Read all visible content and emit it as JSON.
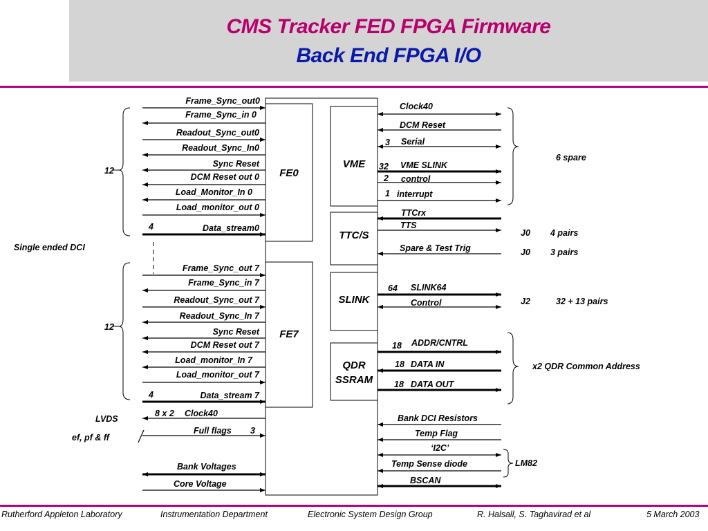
{
  "title": {
    "line1": "CMS Tracker FED FPGA Firmware",
    "line2": "Back End FPGA I/O"
  },
  "fe0_signals": [
    "Frame_Sync_out0",
    "Frame_Sync_in 0",
    "Readout_Sync_out0",
    "Readout_Sync_In0",
    "Sync Reset",
    "DCM Reset out 0",
    "Load_Monitor_In 0",
    "Load_monitor_out 0"
  ],
  "fe0_stream": {
    "width": "4",
    "label": "Data_stream0"
  },
  "fe7_signals": [
    "Frame_Sync_out 7",
    "Frame_Sync_in 7",
    "Readout_Sync_out 7",
    "Readout_Sync_In 7",
    "Sync Reset",
    "DCM Reset out 7",
    "Load_monitor_In 7",
    "Load_monitor_out 7"
  ],
  "fe7_stream": {
    "width": "4",
    "label": "Data_stream 7"
  },
  "group_counts": {
    "fe0": "12",
    "fe7": "12"
  },
  "left_notes": {
    "single_ended": "Single ended DCI",
    "lvds": "LVDS",
    "flags": "ef, pf & ff"
  },
  "bottom_left": {
    "clock_width": "8 x 2",
    "clock": "Clock40",
    "flags": "Full flags",
    "flags_width": "3",
    "bank_voltages": "Bank Voltages",
    "core_voltage": "Core Voltage"
  },
  "blocks": {
    "fe0": "FE0",
    "fe7": "FE7",
    "vme": "VME",
    "ttc": "TTC/S",
    "slink": "SLINK",
    "qdr_line1": "QDR",
    "qdr_line2": "SSRAM"
  },
  "vme_signals": {
    "clock40": "Clock40",
    "dcm_reset": "DCM Reset",
    "serial_width": "3",
    "serial": "Serial",
    "slink_width": "32",
    "slink": "VME SLINK",
    "control_width": "2",
    "control": "control",
    "interrupt_width": "1",
    "interrupt": "interrupt",
    "spare": "6 spare"
  },
  "ttc_signals": {
    "ttcrx": "TTCrx",
    "tts": "TTS",
    "spare_trig": "Spare & Test Trig",
    "conn1": "J0",
    "pairs1": "4 pairs",
    "conn2": "J0",
    "pairs2": "3 pairs"
  },
  "slink_signals": {
    "width": "64",
    "slink64": "SLINK64",
    "control": "Control",
    "conn": "J2",
    "pairs": "32 + 13 pairs"
  },
  "qdr_signals": {
    "addr_width": "18",
    "addr": "ADDR/CNTRL",
    "in_width": "18",
    "data_in": "DATA IN",
    "out_width": "18",
    "data_out": "DATA OUT",
    "note": "x2  QDR Common Address"
  },
  "bottom_right": {
    "bank_dci": "Bank DCI Resistors",
    "temp_flag": "Temp Flag",
    "i2c": "‘I2C’",
    "temp_diode": "Temp Sense diode",
    "lm82": "LM82",
    "bscan": "BSCAN"
  },
  "footer": {
    "org": "Rutherford Appleton Laboratory",
    "dept": "Instrumentation Department",
    "group": "Electronic System Design Group",
    "authors": "R. Halsall, S. Taghavirad et al",
    "date": "5 March 2003"
  }
}
